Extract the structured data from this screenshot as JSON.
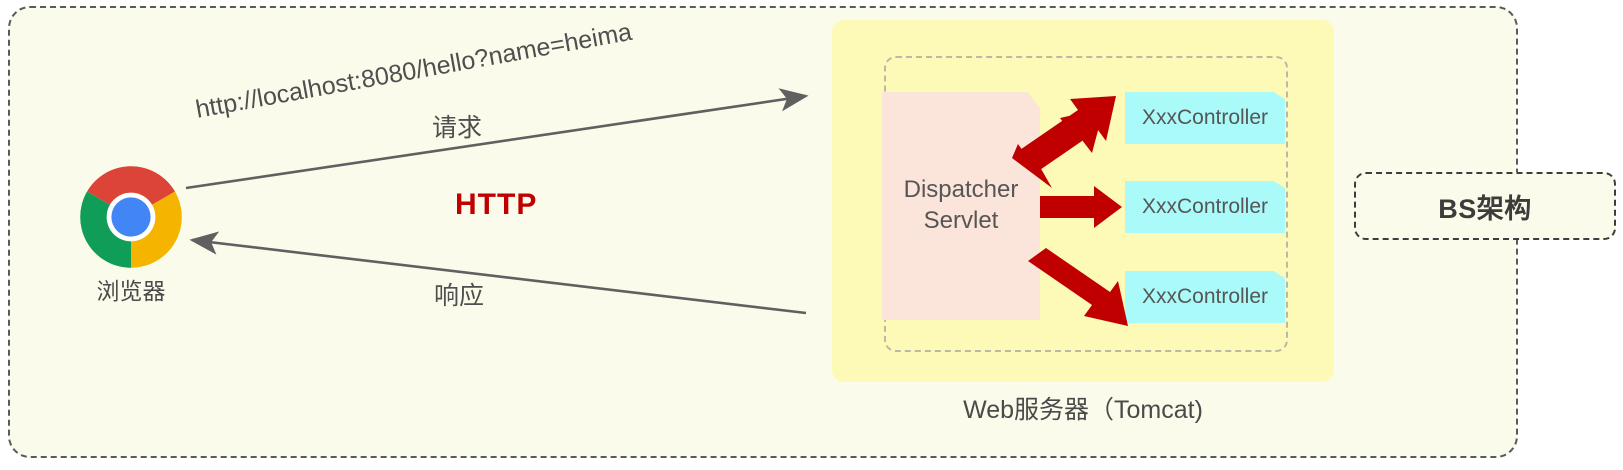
{
  "diagram": {
    "title_legend": "BS架构",
    "browser": {
      "icon": "chrome-browser-icon",
      "label": "浏览器"
    },
    "request_flow": {
      "url": "http://localhost:8080/hello?name=heima",
      "label": "请求",
      "protocol": "HTTP",
      "arrow": "request-arrow-right"
    },
    "response_flow": {
      "label": "响应",
      "arrow": "response-arrow-left"
    },
    "server": {
      "caption": "Web服务器（Tomcat)",
      "dispatcher": {
        "line1": "Dispatcher",
        "line2": "Servlet"
      },
      "controllers": [
        {
          "label": "XxxController"
        },
        {
          "label": "XxxController"
        },
        {
          "label": "XxxController"
        }
      ]
    }
  },
  "colors": {
    "outer_fill": "#fbfbeb",
    "outer_border": "#5a5a5a",
    "server_fill": "#fdfab8",
    "server_inner_border": "#b9b9a7",
    "dispatcher_fill": "#fbe4da",
    "controller_fill": "#aafafa",
    "arrow_red": "#c00000",
    "arrow_gray": "#606060",
    "text_gray": "#565656",
    "http_red": "#c00000",
    "bs_text": "#3c3c3b"
  }
}
